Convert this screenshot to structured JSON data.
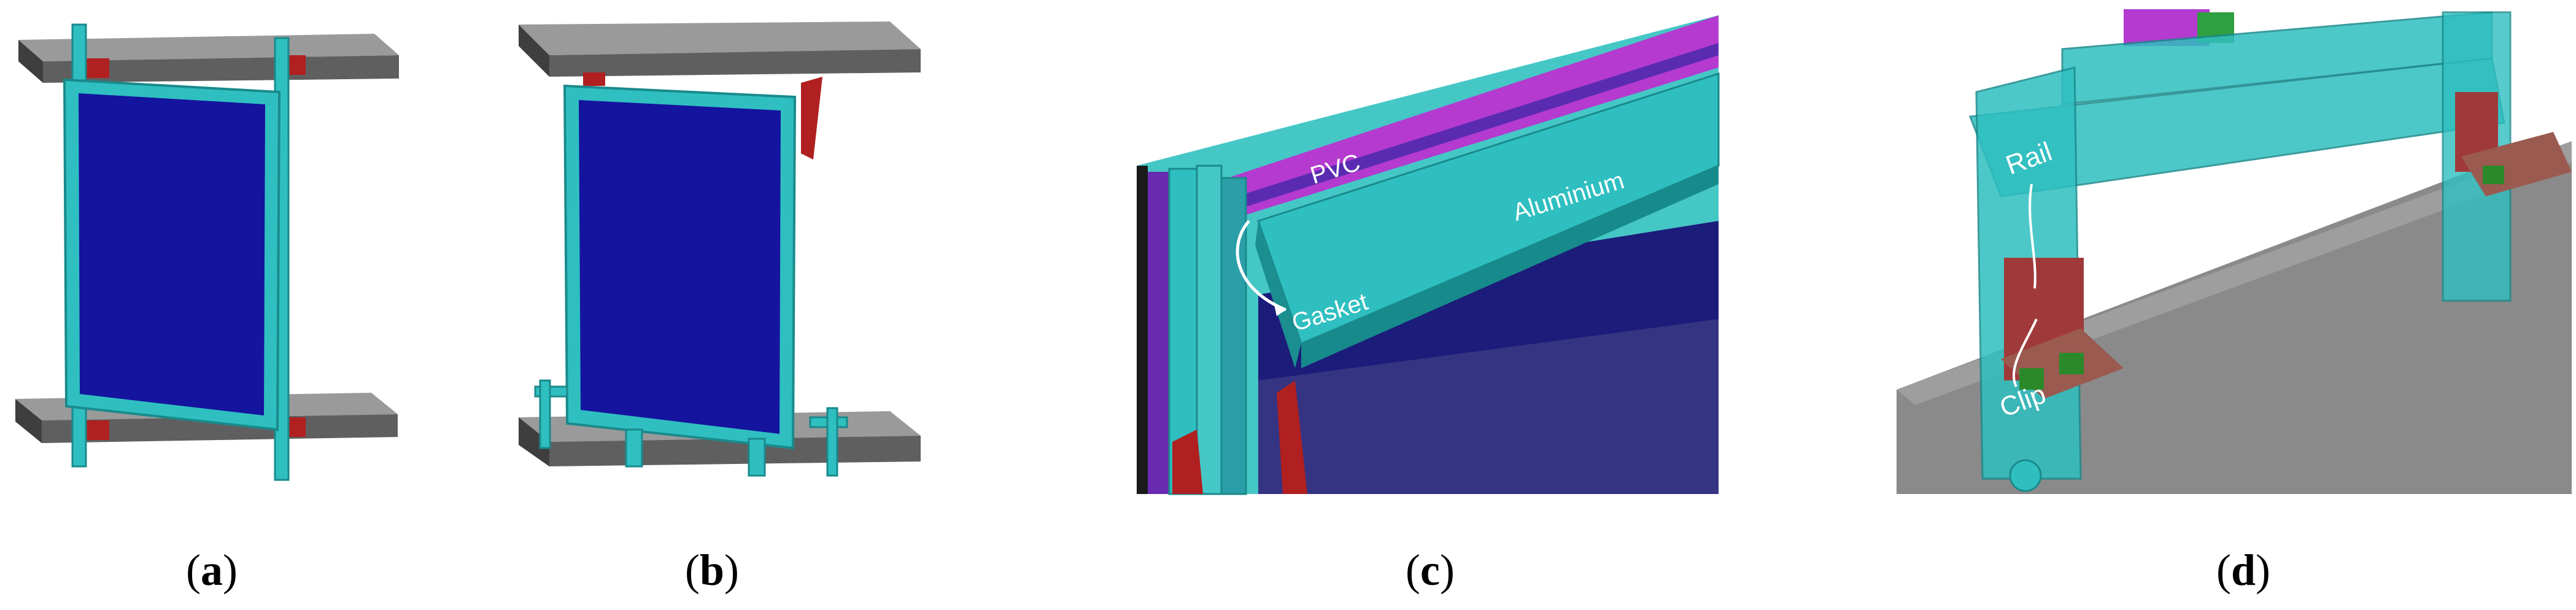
{
  "panels": [
    {
      "letter": "a",
      "paren_open": "(",
      "paren_close": ")"
    },
    {
      "letter": "b",
      "paren_open": "(",
      "paren_close": ")"
    },
    {
      "letter": "c",
      "paren_open": "(",
      "paren_close": ")"
    },
    {
      "letter": "d",
      "paren_open": "(",
      "paren_close": ")"
    }
  ],
  "labels": {
    "pvc": "PVC",
    "aluminium": "Aluminium",
    "gasket": "Gasket",
    "rail": "Rail",
    "clip": "Clip"
  },
  "colors": {
    "glass_blue": "#14149e",
    "frame_cyan": "#2fbfc0",
    "slab_gray": "#6a6a6a",
    "bracket_red": "#b02020",
    "pvc_magenta": "#b43ad0",
    "concrete": "#8a8a8a"
  }
}
